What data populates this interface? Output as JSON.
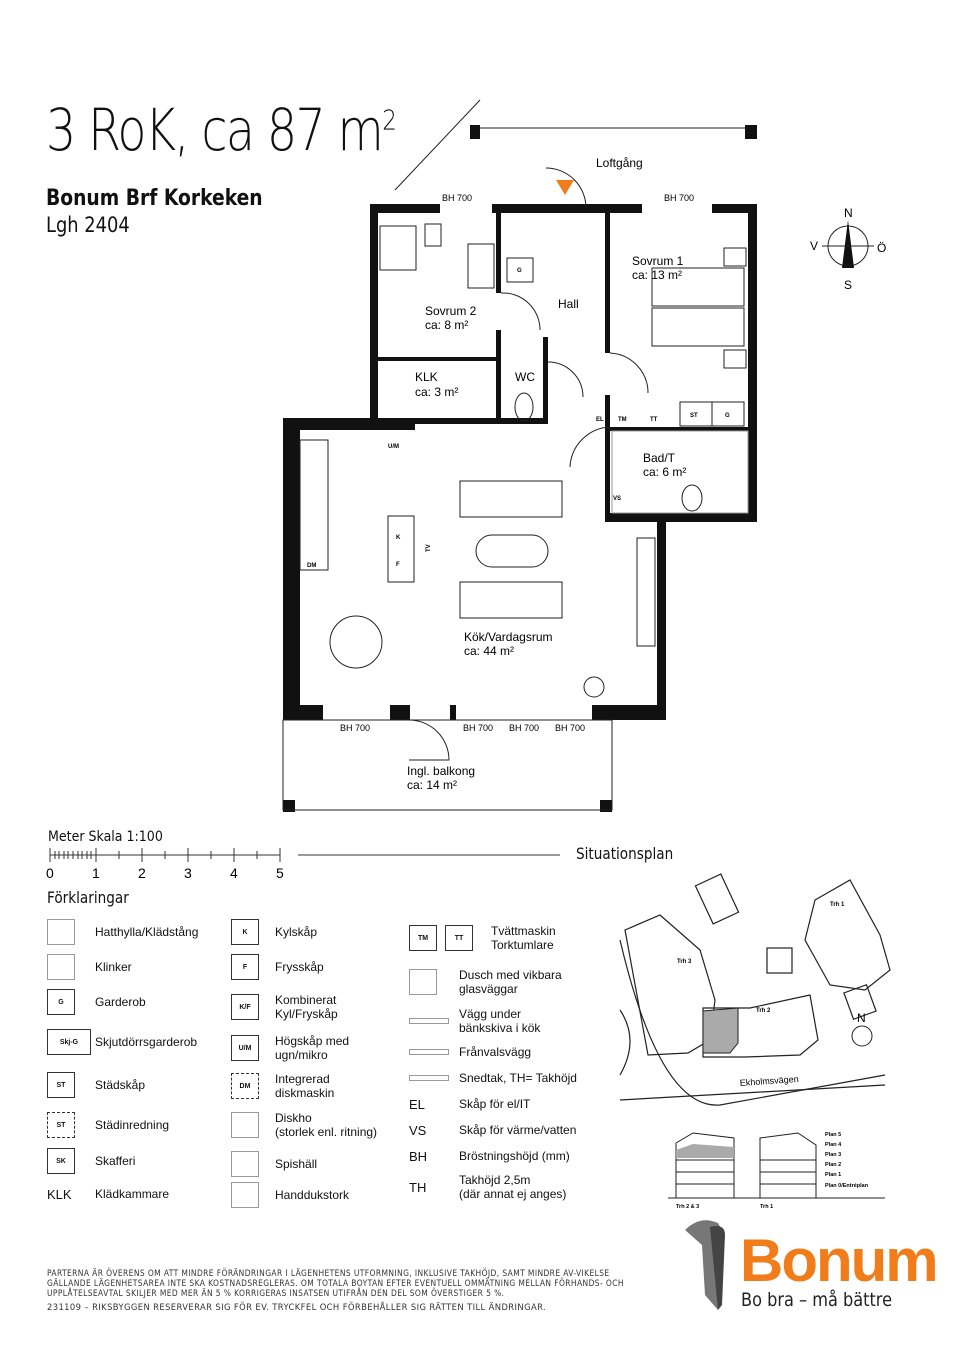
{
  "header": {
    "title": "3 RoK, ca 87 m",
    "title_sup": "2",
    "project": "Bonum Brf Korkeken",
    "apartment": "Lgh 2404"
  },
  "plan": {
    "loftgang": "Loftgång",
    "bh_labels": [
      "BH 700",
      "BH 700",
      "BH 700",
      "BH 700",
      "BH 700",
      "BH 700"
    ],
    "rooms": {
      "sovrum2": {
        "name": "Sovrum 2",
        "area": "ca: 8 m²"
      },
      "sovrum1": {
        "name": "Sovrum 1",
        "area": "ca: 13 m²"
      },
      "hall": {
        "name": "Hall"
      },
      "klk": {
        "name": "KLK",
        "area": "ca: 3 m²"
      },
      "wc": {
        "name": "WC"
      },
      "bad": {
        "name": "Bad/T",
        "area": "ca: 6 m²"
      },
      "kok": {
        "name": "Kök/Vardagsrum",
        "area": "ca: 44 m²"
      },
      "balkong": {
        "name": "Ingl. balkong",
        "area": "ca: 14 m²"
      }
    },
    "fixtures": {
      "g1": "G",
      "g2": "G",
      "st": "ST",
      "el": "EL",
      "tm": "TM",
      "tt": "TT",
      "vs": "VS",
      "um": "U/M",
      "dm": "DM",
      "k": "K",
      "f": "F",
      "tv": "TV"
    },
    "compass": {
      "n": "N",
      "s": "S",
      "v": "V",
      "o": "Ö"
    }
  },
  "scale": {
    "label": "Meter   Skala 1:100",
    "ticks": [
      "0",
      "1",
      "2",
      "3",
      "4",
      "5"
    ]
  },
  "legend": {
    "title": "Förklaringar",
    "col1": [
      {
        "sym": "",
        "text": "Hatthylla/Klädstång"
      },
      {
        "sym": "",
        "text": "Klinker"
      },
      {
        "sym": "G",
        "text": "Garderob"
      },
      {
        "sym": "Skj-G",
        "text": "Skjutdörrsgarderob"
      },
      {
        "sym": "ST",
        "text": "Städskåp"
      },
      {
        "sym": "ST",
        "text": "Städinredning"
      },
      {
        "sym": "SK",
        "text": "Skafferi"
      },
      {
        "sym": "KLK",
        "text": "Klädkammare"
      }
    ],
    "col2": [
      {
        "sym": "K",
        "text": "Kylskåp"
      },
      {
        "sym": "F",
        "text": "Frysskåp"
      },
      {
        "sym": "K/F",
        "text": "Kombinerat\nKyl/Fryskåp"
      },
      {
        "sym": "U/M",
        "text": "Högskåp med\nugn/mikro"
      },
      {
        "sym": "DM",
        "text": "Integrerad\ndiskmaskin"
      },
      {
        "sym": "",
        "text": "Diskho\n(storlek enl. ritning)"
      },
      {
        "sym": "",
        "text": "Spishäll"
      },
      {
        "sym": "",
        "text": "Handdukstork"
      }
    ],
    "col3": [
      {
        "sym": "TM",
        "sym2": "TT",
        "text": "Tvättmaskin\nTorktumlare"
      },
      {
        "sym": "",
        "text": "Dusch med vikbara\nglasväggar"
      },
      {
        "sym": "",
        "text": "Vägg under\nbänkskiva i kök"
      },
      {
        "sym": "",
        "text": "Frånvalsvägg"
      },
      {
        "sym": "",
        "text": "Snedtak, TH= Takhöjd"
      },
      {
        "sym": "EL",
        "text": "Skåp för el/IT"
      },
      {
        "sym": "VS",
        "text": "Skåp för värme/vatten"
      },
      {
        "sym": "BH",
        "text": "Bröstningshöjd (mm)"
      },
      {
        "sym": "TH",
        "text": "Takhöjd 2,5m\n(där annat ej anges)"
      }
    ]
  },
  "situationsplan": {
    "title": "Situationsplan",
    "street": "Ekholmsvägen",
    "buildings": [
      "Trh 1",
      "Trh 2",
      "Trh 3"
    ],
    "north": "N",
    "section_floors": [
      "Plan 5",
      "Plan 4",
      "Plan 3",
      "Plan 2",
      "Plan 1",
      "Plan 0/Entréplan"
    ],
    "section_labels": [
      "Trh 2 & 3",
      "Trh 1"
    ],
    "highlight_color": "#aaaaaa"
  },
  "footer": {
    "disclaimer": "PARTERNA ÄR ÖVERENS OM ATT MINDRE FÖRÄNDRINGAR I LÄGENHETENS UTFORMNING, INKLUSIVE TAKHÖJD, SAMT MINDRE AV-VIKELSE GÄLLANDE LÄGENHETSAREA INTE SKA KOSTNADSREGLERAS. OM TOTALA BOYTAN EFTER EVENTUELL OMMÄTNING MELLAN FÖRHANDS- OCH UPPLÅTELSEAVTAL SKILJER MED MER ÄN 5 % KORRIGERAS INSATSEN UTIFRÅN DEN DEL SOM ÖVERSTIGER 5 %.",
    "reservation": "231109 – RIKSBYGGEN RESERVERAR SIG FÖR EV. TRYCKFEL OCH FÖRBEHÅLLER SIG RÄTTEN TILL ÄNDRINGAR."
  },
  "brand": {
    "name": "Bonum",
    "tagline": "Bo bra – må bättre",
    "color": "#f07d1a"
  }
}
